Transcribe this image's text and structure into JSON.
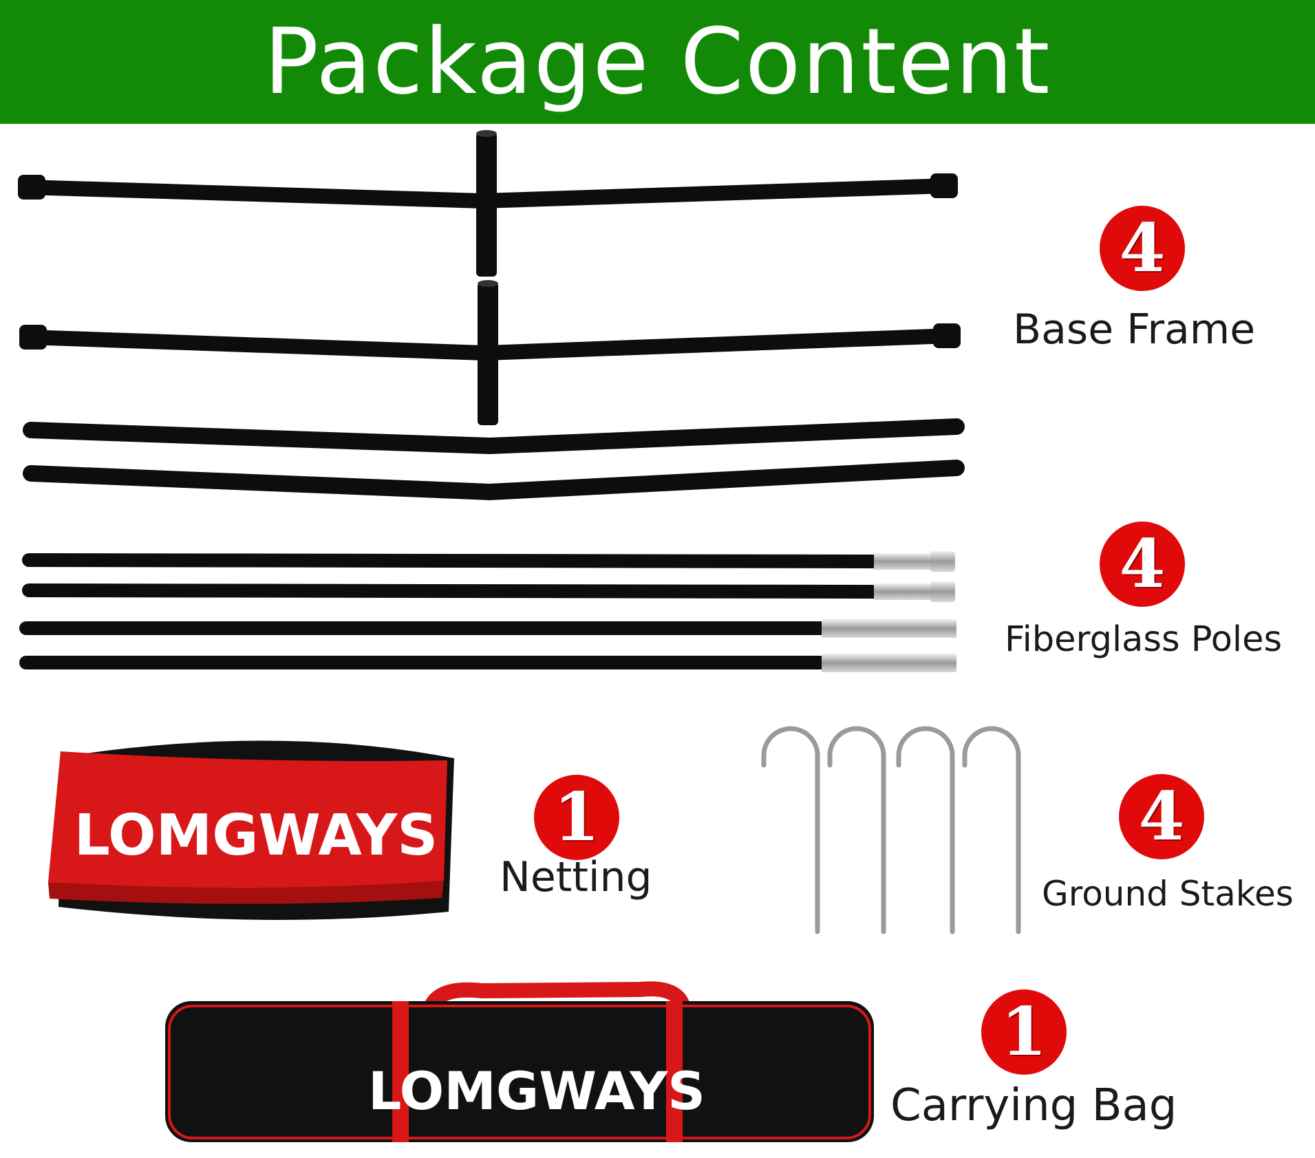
{
  "title": "Package Content",
  "colors": {
    "header_bg": "#138a07",
    "badge": "#e00a0a",
    "bag_red": "#d81818",
    "tube": "#0d0d0d"
  },
  "items": [
    {
      "count": "4",
      "name": "Base Frame"
    },
    {
      "count": "4",
      "name": "Fiberglass Poles"
    },
    {
      "count": "1",
      "name": "Netting"
    },
    {
      "count": "4",
      "name": "Ground Stakes"
    },
    {
      "count": "1",
      "name": "Carrying Bag"
    }
  ],
  "brand": "LOMGWAYS"
}
